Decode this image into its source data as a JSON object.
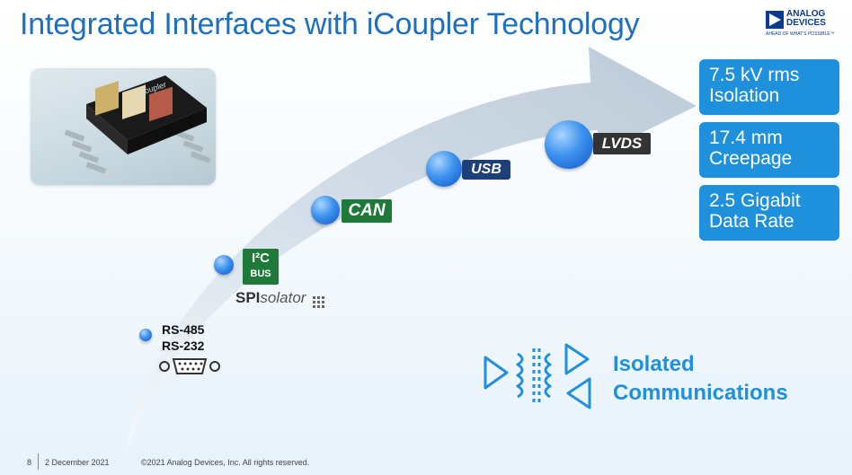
{
  "slide": {
    "title": "Integrated Interfaces with iCoupler Technology",
    "logo": {
      "line1": "ANALOG",
      "line2": "DEVICES",
      "tagline": "AHEAD OF WHAT'S POSSIBLE™"
    },
    "chip_photo": {
      "brand_text": "iCoupler"
    },
    "interfaces": [
      {
        "name": "rs485",
        "label": "RS-485"
      },
      {
        "name": "rs232",
        "label": "RS-232"
      },
      {
        "name": "i2c",
        "label_main": "I²C",
        "label_sub": "BUS"
      },
      {
        "name": "spi",
        "label_bold": "SPI",
        "label_italic": "solator"
      },
      {
        "name": "can",
        "label": "CAN"
      },
      {
        "name": "usb",
        "label": "USB"
      },
      {
        "name": "lvds",
        "label": "LVDS"
      }
    ],
    "specs": [
      {
        "line1": "7.5 kV rms",
        "line2": "Isolation"
      },
      {
        "line1": "17.4 mm",
        "line2": "Creepage"
      },
      {
        "line1": "2.5 Gigabit",
        "line2": "Data Rate"
      }
    ],
    "isolated": {
      "line1": "Isolated",
      "line2": "Communications"
    },
    "footer": {
      "page": "8",
      "date": "2 December 2021",
      "copyright": "©2021 Analog Devices, Inc. All rights reserved."
    },
    "colors": {
      "title": "#1f6fbf",
      "accent": "#1f90dc",
      "arrow": "#c9d6e2",
      "badge_green": "#1f7a3a",
      "badge_navy": "#1d3f7a",
      "badge_dark": "#333333"
    }
  }
}
